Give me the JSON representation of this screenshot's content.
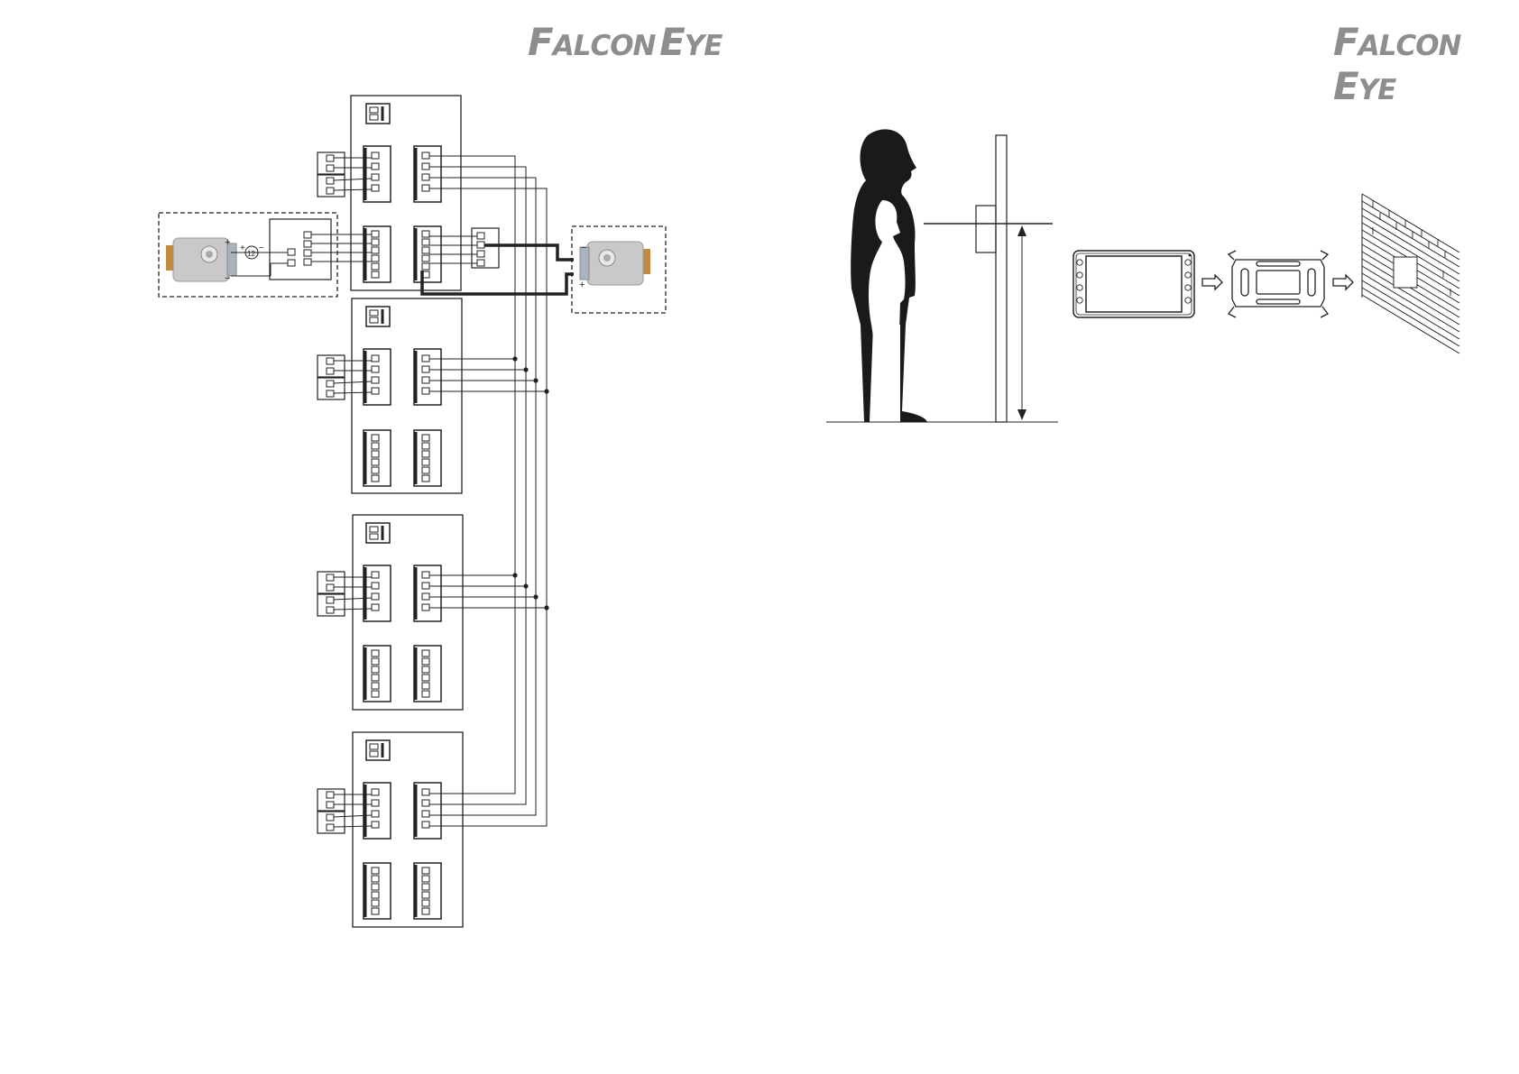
{
  "brand": {
    "left": {
      "first_initial": "F",
      "first_rest": "ALCON",
      "second_initial": "E",
      "second_rest": "YE"
    },
    "right": {
      "first_initial": "F",
      "first_rest": "ALCON",
      "second_initial": "E",
      "second_rest": "YE"
    },
    "color": "#8e8e8e"
  },
  "wiring": {
    "lock_left": {
      "plus": "+",
      "minus": "−",
      "psu_plus": "+",
      "psu_minus": "−",
      "psu_label": "12"
    },
    "lock_right": {
      "plus": "+",
      "minus": "−"
    },
    "colors": {
      "line": "#222222",
      "lock_body": "#c9c9c9",
      "lock_plate": "#c28a3e"
    }
  },
  "installation": {
    "arrow_icons": [
      "right-arrow-icon",
      "right-arrow-icon"
    ]
  }
}
